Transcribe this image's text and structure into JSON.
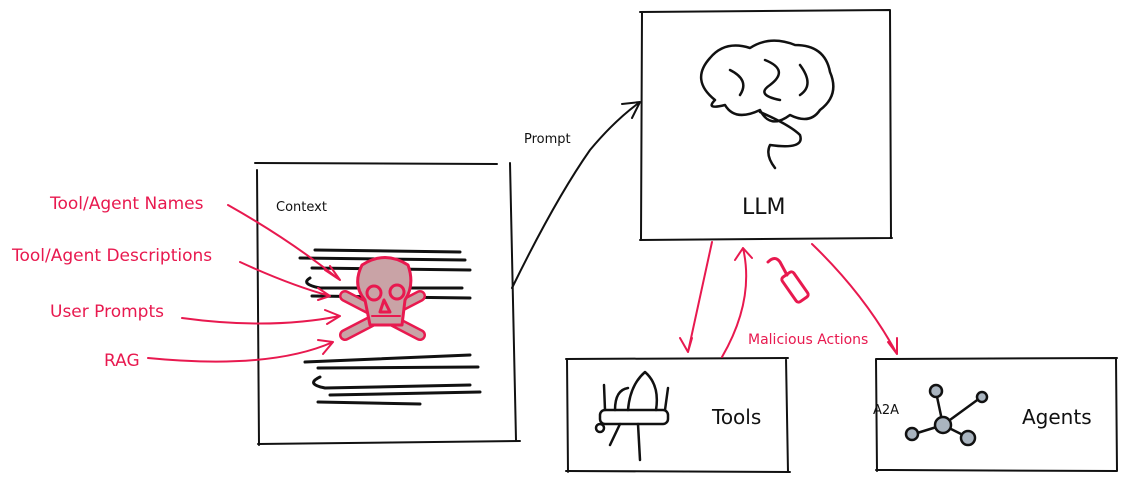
{
  "colors": {
    "accent": "#e8194f",
    "ink": "#111111",
    "skull_fill": "#c9a3a6",
    "node_fill": "#a9b4bf"
  },
  "injection_sources": [
    "Tool/Agent Names",
    "Tool/Agent Descriptions",
    "User Prompts",
    "RAG"
  ],
  "context": {
    "title": "Context"
  },
  "prompt_label": "Prompt",
  "llm": {
    "label": "LLM",
    "icon": "brain-icon"
  },
  "tools": {
    "label": "Tools",
    "icon": "swiss-army-knife-icon"
  },
  "agents": {
    "label": "Agents",
    "protocol": "A2A",
    "icon": "network-icon"
  },
  "malicious_label": "Malicious Actions"
}
